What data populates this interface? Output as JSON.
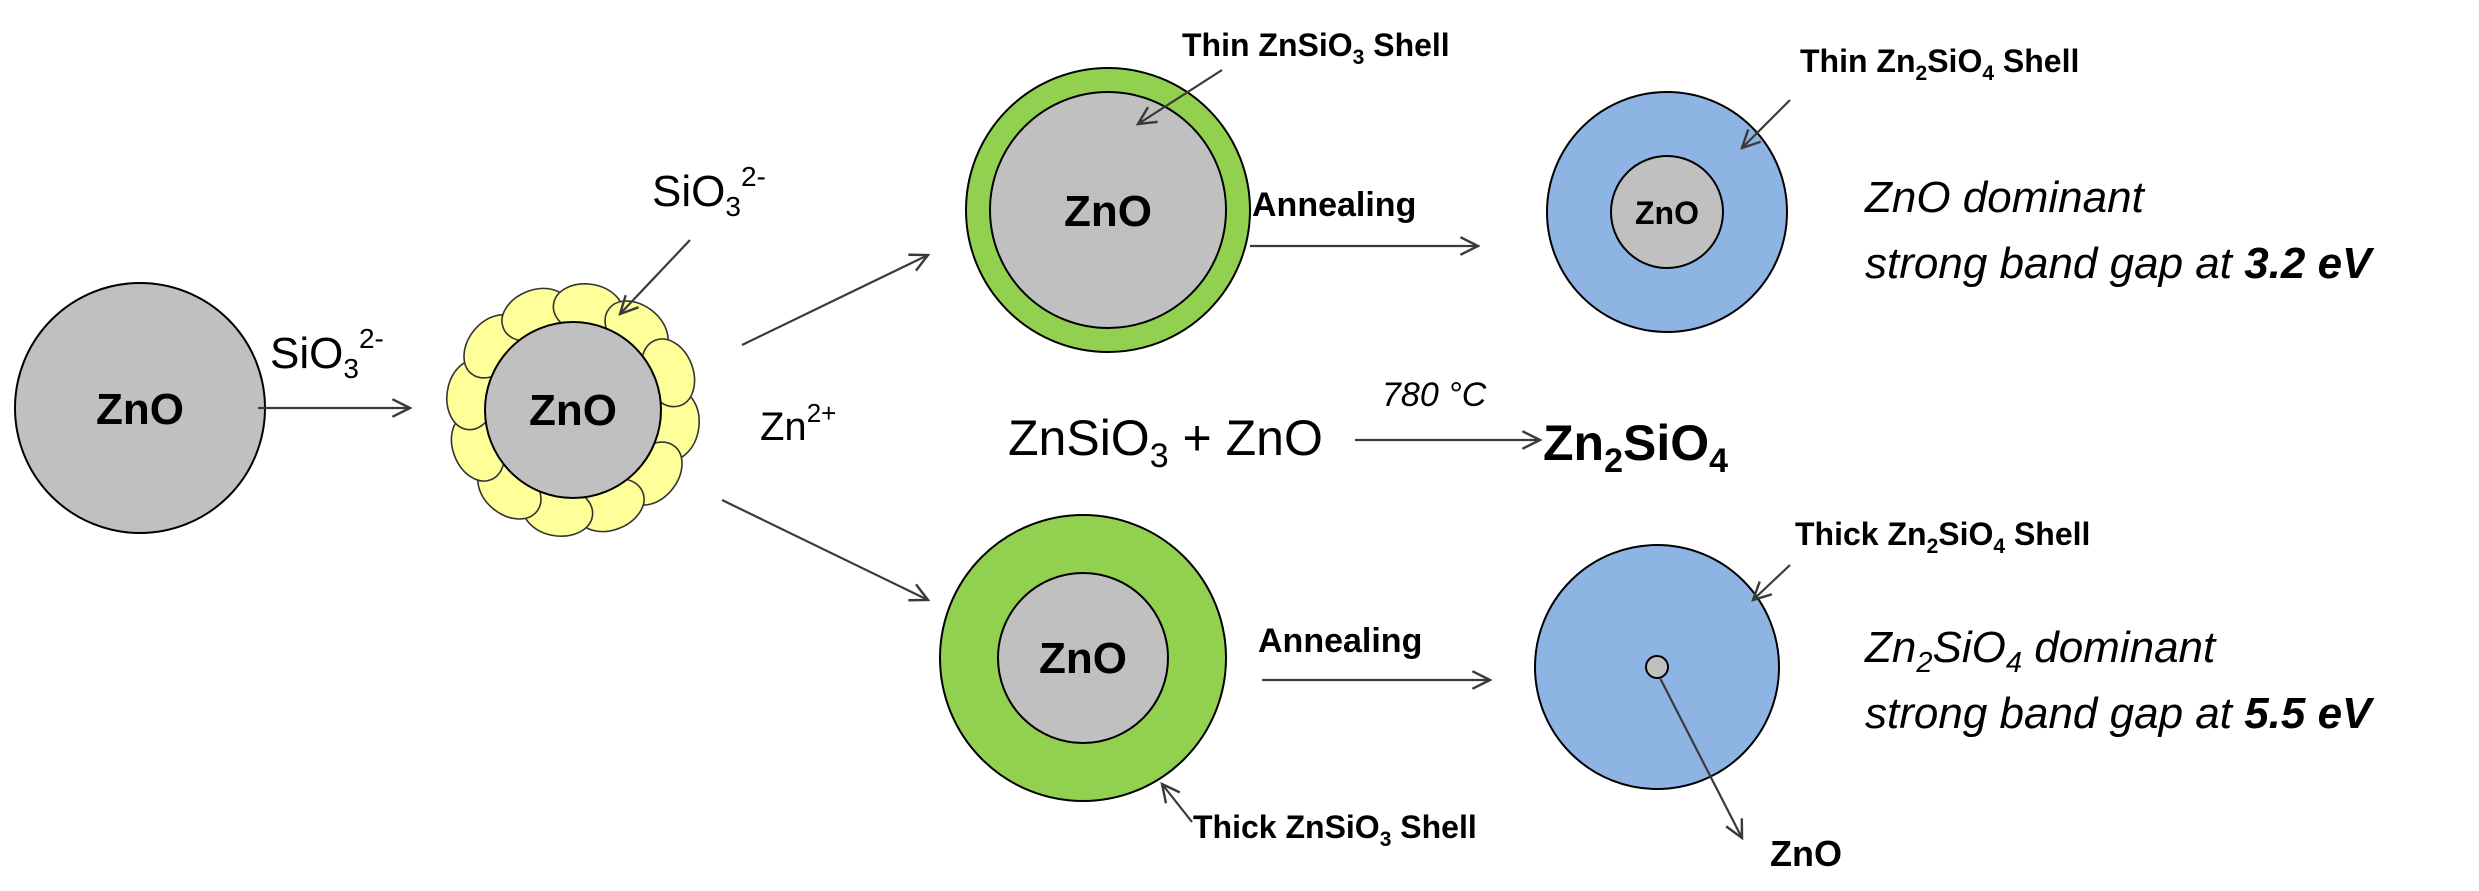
{
  "core_label": "ZnO",
  "reagent_si": {
    "base": "SiO",
    "sub": "3",
    "sup": "2-"
  },
  "reagent_zn": {
    "base": "Zn",
    "sup": "2+"
  },
  "thin_znsio3_shell": {
    "pre": "Thin ZnSiO",
    "sub": "3",
    "post": " Shell"
  },
  "thick_znsio3_shell": {
    "pre": "Thick ZnSiO",
    "sub": "3",
    "post": " Shell"
  },
  "thin_zn2sio4_shell": {
    "a": "Thin Zn",
    "b": "2",
    "c": "SiO",
    "d": "4",
    "e": " Shell"
  },
  "thick_zn2sio4_shell": {
    "a": "Thick Zn",
    "b": "2",
    "c": "SiO",
    "d": "4",
    "e": " Shell"
  },
  "annealing": "Annealing",
  "reaction": {
    "left_a": "ZnSiO",
    "left_sub": "3",
    "left_b": " + ZnO",
    "condition": "780 °C",
    "product_a": "Zn",
    "product_b": "2",
    "product_c": "SiO",
    "product_d": "4"
  },
  "result_top": {
    "line1": "ZnO dominant",
    "line2_text": "strong band gap at ",
    "line2_value": "3.2 eV"
  },
  "result_bottom": {
    "line1_a": "Zn",
    "line1_b": "2",
    "line1_c": "SiO",
    "line1_d": "4",
    "line1_e": " dominant",
    "line2_text": "strong band gap at ",
    "line2_value": "5.5 eV"
  },
  "colors": {
    "core_grey": "#c0c0c0",
    "znsio3_green": "#92d050",
    "zn2sio4_blue": "#8eb4e3",
    "silicate_yellow": "#ffff99"
  }
}
